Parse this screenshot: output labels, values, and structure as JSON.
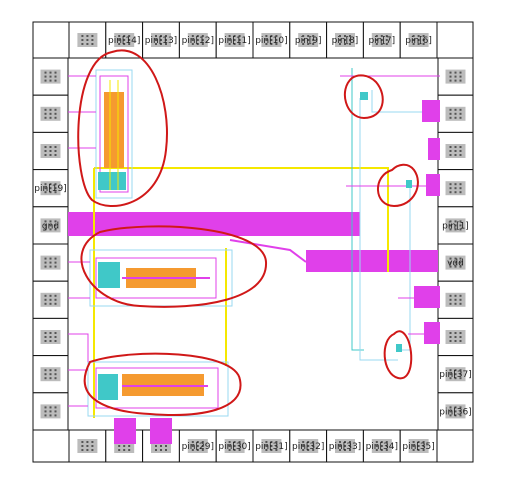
{
  "layout_pins": {
    "top": [
      "",
      "pin[14]",
      "pin[13]",
      "pin[12]",
      "pin[11]",
      "pin[10]",
      "pin[9]",
      "pin[8]",
      "pin[7]",
      "pin[6]"
    ],
    "bottom": [
      "",
      "",
      "",
      "pin[29]",
      "pin[30]",
      "pin[31]",
      "pin[32]",
      "pin[33]",
      "pin[34]",
      "pin[35]"
    ],
    "left": [
      "",
      "",
      "",
      "pin[19]",
      "gnd",
      "",
      "",
      "",
      "",
      ""
    ],
    "right": [
      "",
      "",
      "",
      "",
      "pin[1]",
      "vdd",
      "",
      "",
      "pin[37]",
      "pin[36]"
    ]
  },
  "colors": {
    "metal": "#e040ea",
    "poly": "#f5e800",
    "diffusion": "#40c8c8",
    "via": "#9ad8f0",
    "annotation": "#d01818",
    "active": "#f59a30",
    "pad": "#bcbcbc"
  }
}
